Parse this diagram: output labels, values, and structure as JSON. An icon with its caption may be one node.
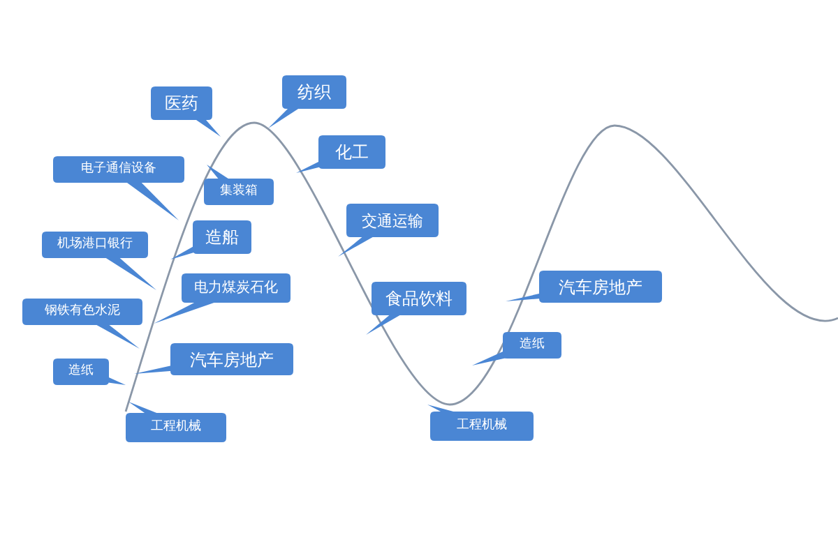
{
  "diagram": {
    "nodes": [
      {
        "text": [
          "纺织"
        ]
      },
      {
        "text": [
          "医药"
        ]
      },
      {
        "text": [
          "化工"
        ]
      },
      {
        "text": [
          "电子通信设备"
        ]
      },
      {
        "text": [
          "集装箱"
        ]
      },
      {
        "text": [
          "交通运输"
        ]
      },
      {
        "text": [
          "造船"
        ]
      },
      {
        "text": [
          "机场港口银行"
        ]
      },
      {
        "text": [
          "电力煤炭石化"
        ]
      },
      {
        "text": [
          "汽车房地产"
        ]
      },
      {
        "text": [
          "食品饮料"
        ]
      },
      {
        "text": [
          "钢铁有色水泥"
        ]
      },
      {
        "text": [
          "造纸"
        ]
      },
      {
        "text": [
          "汽车房地产"
        ]
      },
      {
        "text": [
          "造纸"
        ]
      },
      {
        "text": [
          "工程机械"
        ]
      },
      {
        "text": [
          "工程机械"
        ]
      }
    ]
  }
}
